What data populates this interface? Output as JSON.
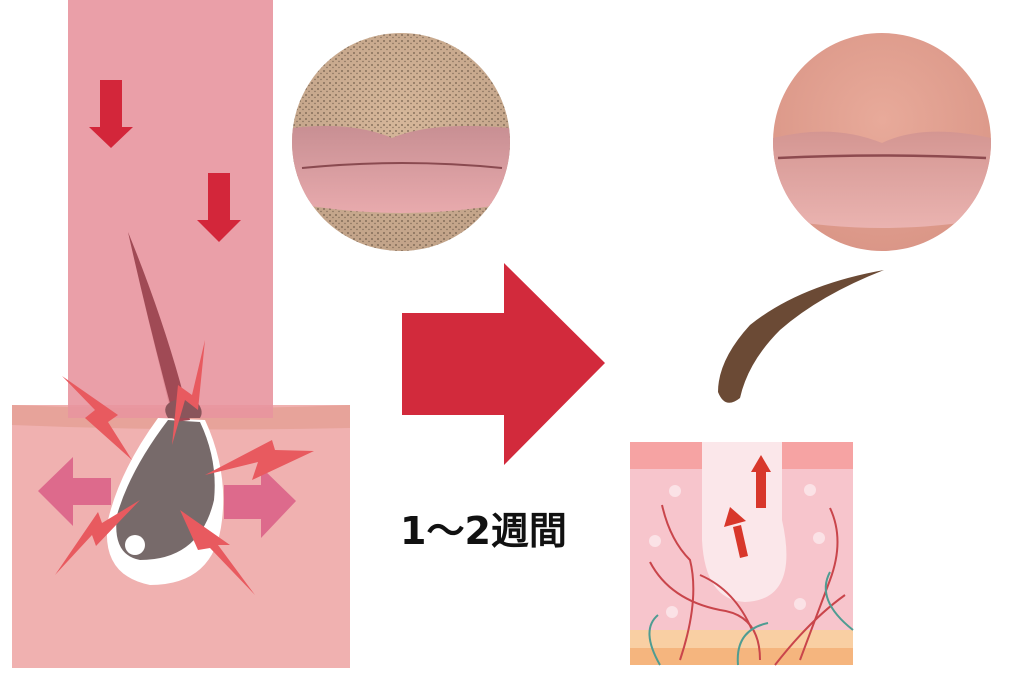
{
  "diagram": {
    "title": "Hair removal laser effect before/after",
    "caption": "1〜2週間",
    "colors": {
      "laser_beam": "#e8959f",
      "down_arrow": "#d3263a",
      "skin": "#f0b1b0",
      "skin_surface": "#e7a39a",
      "follicle_hair": "#776a6a",
      "spark": "#e85a5f",
      "side_arrow": "#dd6a8c",
      "big_arrow": "#d22a3c",
      "shed_hair": "#6b4a35",
      "after_skin_top": "#f6a3a3",
      "after_skin_mid": "#f7c5cc",
      "after_fat_1": "#f9cfa3",
      "after_fat_2": "#f5b57e",
      "after_follicle": "#fbe7ea",
      "after_arrow": "#d8372b",
      "vessel_red": "#c9454b",
      "vessel_teal": "#4f9c92"
    },
    "left_panel": {
      "label": "before-treatment follicle",
      "elements": [
        "laser-beam",
        "down-arrow",
        "down-arrow",
        "hair-follicle",
        "spark-x5",
        "expand-left-arrow",
        "expand-right-arrow"
      ]
    },
    "before_photo": {
      "label": "lips with stubble (before)"
    },
    "after_photo": {
      "label": "lips clean-shaven (after)"
    },
    "right_panel": {
      "label": "after-treatment skin cross-section",
      "elements": [
        "shed-hair",
        "empty-follicle",
        "up-arrow",
        "up-arrow",
        "blood-vessels"
      ]
    }
  }
}
